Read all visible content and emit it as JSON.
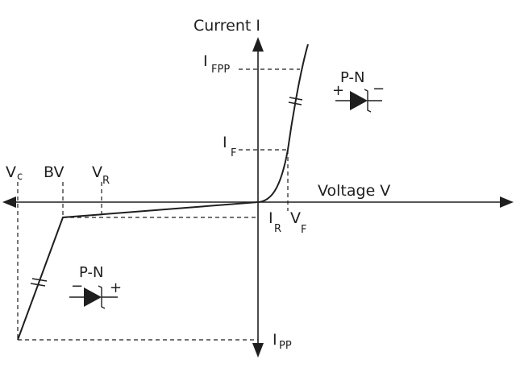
{
  "axes": {
    "y_label": "Current I",
    "x_label": "Voltage V"
  },
  "labels": {
    "ifpp": {
      "main": "I",
      "sub": "FPP"
    },
    "if": {
      "main": "I",
      "sub": "F"
    },
    "vc": {
      "main": "V",
      "sub": "c"
    },
    "bv": {
      "main": "BV"
    },
    "vr": {
      "main": "V",
      "sub": "R"
    },
    "ir": {
      "main": "I",
      "sub": "R"
    },
    "vf": {
      "main": "V",
      "sub": "F"
    },
    "ipp": {
      "main": "I",
      "sub": "PP"
    }
  },
  "diodes": {
    "forward": {
      "label": "P-N",
      "left_sign": "+",
      "right_sign": "−"
    },
    "reverse": {
      "label": "P-N",
      "left_sign": "−",
      "right_sign": "+"
    }
  }
}
